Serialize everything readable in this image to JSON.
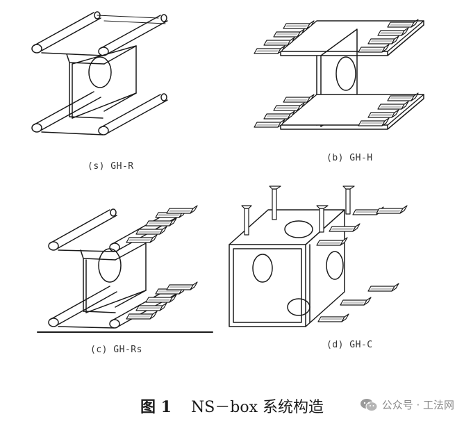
{
  "panels": [
    {
      "label": "(s) GH-R"
    },
    {
      "label": "(b) GH-H"
    },
    {
      "label": "(c) GH-Rs"
    },
    {
      "label": "(d) GH-C"
    }
  ],
  "caption": {
    "figure_number": "图 1",
    "title": "NS－box 系统构造"
  },
  "watermark": {
    "text": "公众号 · 工法网",
    "icon": "wechat-icon"
  }
}
